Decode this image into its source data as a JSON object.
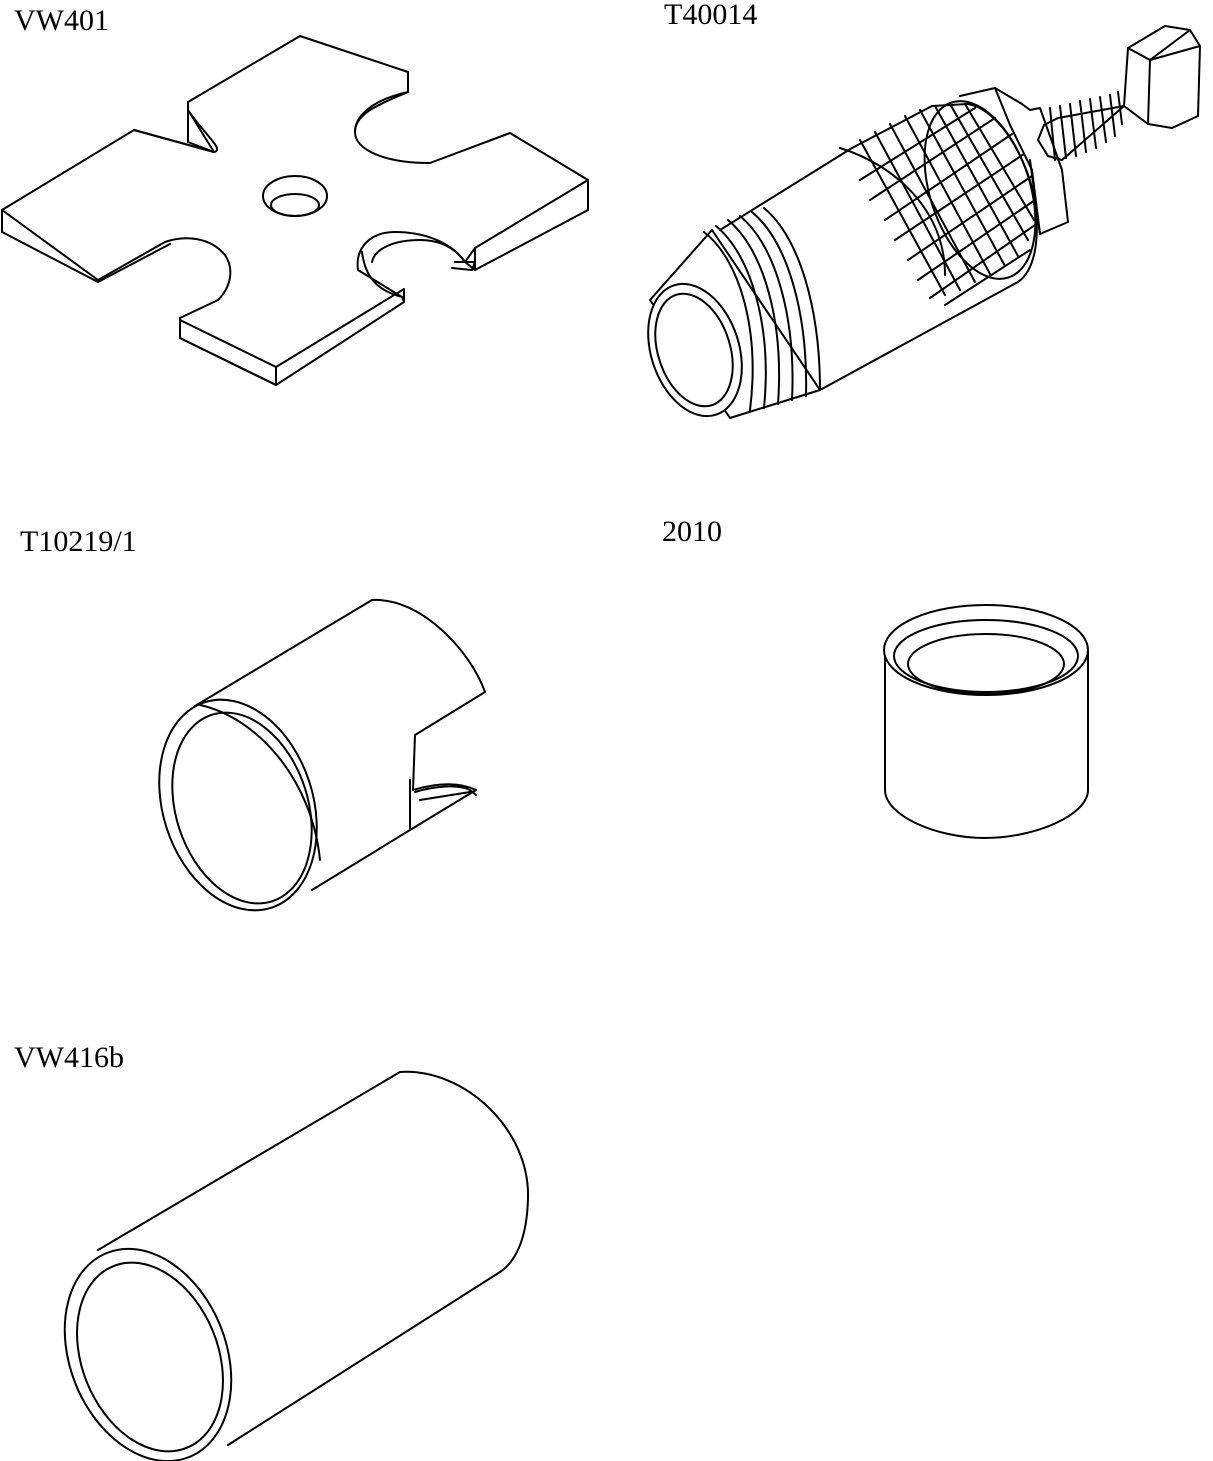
{
  "tools": [
    {
      "id": "vw401",
      "label": "VW401"
    },
    {
      "id": "t40014",
      "label": "T40014"
    },
    {
      "id": "t10219",
      "label": "T10219/1"
    },
    {
      "id": "c2010",
      "label": "2010"
    },
    {
      "id": "vw416b",
      "label": "VW416b"
    }
  ]
}
